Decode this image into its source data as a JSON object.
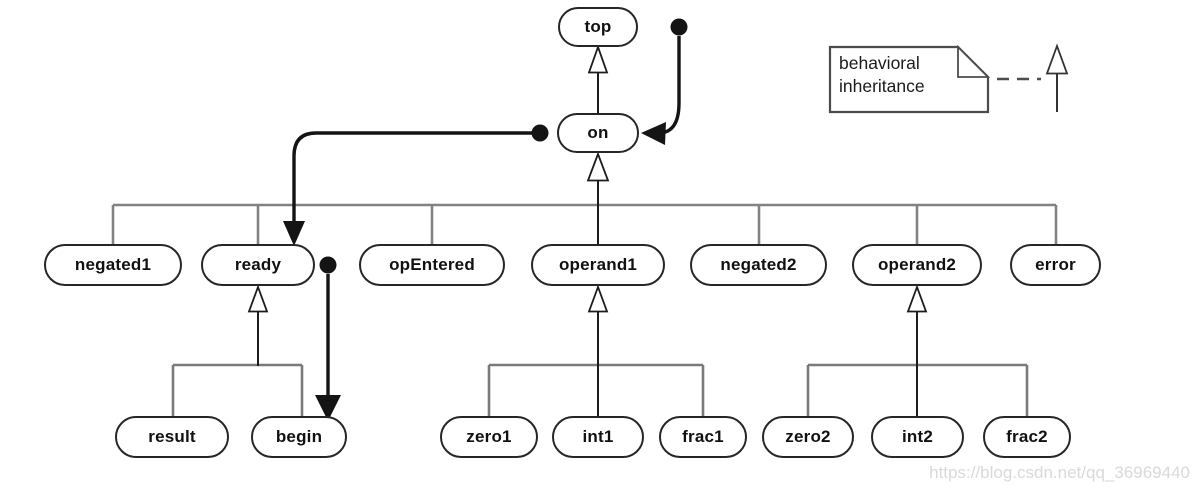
{
  "nodes": {
    "top": {
      "label": "top"
    },
    "on": {
      "label": "on"
    },
    "negated1": {
      "label": "negated1"
    },
    "ready": {
      "label": "ready"
    },
    "opEntered": {
      "label": "opEntered"
    },
    "operand1": {
      "label": "operand1"
    },
    "negated2": {
      "label": "negated2"
    },
    "operand2": {
      "label": "operand2"
    },
    "error": {
      "label": "error"
    },
    "result": {
      "label": "result"
    },
    "begin": {
      "label": "begin"
    },
    "zero1": {
      "label": "zero1"
    },
    "int1": {
      "label": "int1"
    },
    "frac1": {
      "label": "frac1"
    },
    "zero2": {
      "label": "zero2"
    },
    "int2": {
      "label": "int2"
    },
    "frac2": {
      "label": "frac2"
    }
  },
  "edges": {
    "inheritance": [
      {
        "from": "on",
        "to": "top"
      },
      {
        "from": "negated1",
        "to": "on"
      },
      {
        "from": "ready",
        "to": "on"
      },
      {
        "from": "opEntered",
        "to": "on"
      },
      {
        "from": "operand1",
        "to": "on"
      },
      {
        "from": "negated2",
        "to": "on"
      },
      {
        "from": "operand2",
        "to": "on"
      },
      {
        "from": "error",
        "to": "on"
      },
      {
        "from": "result",
        "to": "ready"
      },
      {
        "from": "begin",
        "to": "ready"
      },
      {
        "from": "zero1",
        "to": "operand1"
      },
      {
        "from": "int1",
        "to": "operand1"
      },
      {
        "from": "frac1",
        "to": "operand1"
      },
      {
        "from": "zero2",
        "to": "operand2"
      },
      {
        "from": "int2",
        "to": "operand2"
      },
      {
        "from": "frac2",
        "to": "operand2"
      }
    ],
    "transition_arrows": [
      {
        "style": "ball-start-filled-arrow",
        "to": "on"
      },
      {
        "style": "ball-start-filled-arrow",
        "from": "on",
        "to": "ready"
      },
      {
        "style": "ball-start-filled-arrow",
        "from": "ready",
        "to": "begin"
      }
    ]
  },
  "legend": {
    "line1": "behavioral",
    "line2": "inheritance"
  },
  "watermark": "https://blog.csdn.net/qq_36969440",
  "colors": {
    "tree_line": "#828282",
    "ink": "#1c1c1c",
    "watermark": "#d9d9d9"
  }
}
